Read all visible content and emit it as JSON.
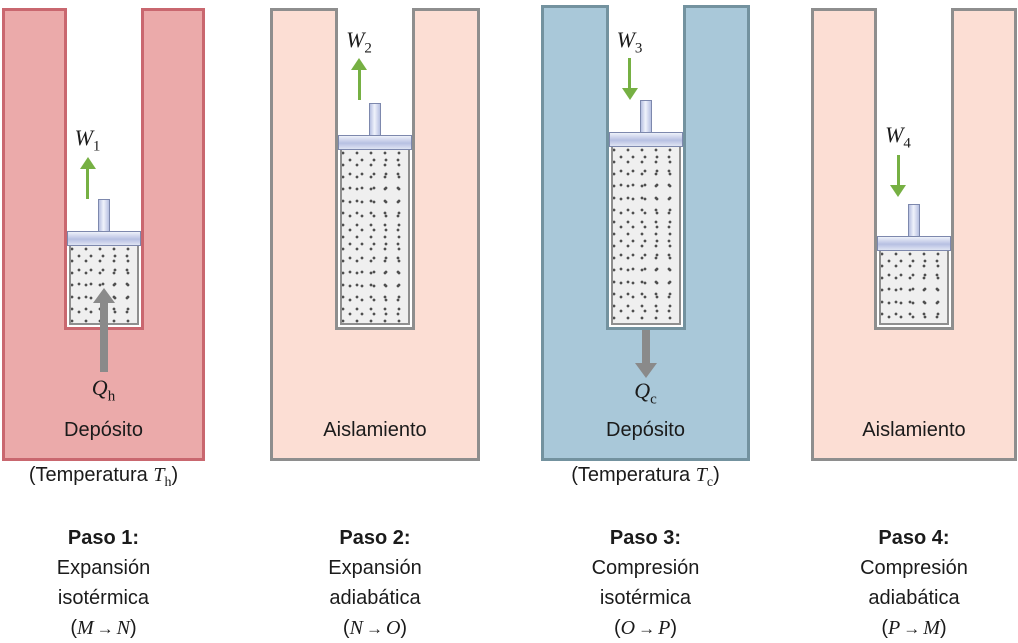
{
  "panels": [
    {
      "container_type": "hot-reservoir",
      "container_label": "Depósito",
      "work": {
        "symbol": "W",
        "sub": "1",
        "direction": "up"
      },
      "heat": {
        "symbol": "Q",
        "sub": "h",
        "direction": "in-up"
      },
      "temperature": {
        "prefix": "(Temperatura ",
        "symbol": "T",
        "sub": "h",
        "suffix": ")"
      },
      "caption": {
        "step": "Paso 1:",
        "line1": "Expansión",
        "line2": "isotérmica",
        "from": "M",
        "to": "N"
      }
    },
    {
      "container_type": "insulation",
      "container_label": "Aislamiento",
      "work": {
        "symbol": "W",
        "sub": "2",
        "direction": "up"
      },
      "caption": {
        "step": "Paso 2:",
        "line1": "Expansión",
        "line2": "adiabática",
        "from": "N",
        "to": "O"
      }
    },
    {
      "container_type": "cold-reservoir",
      "container_label": "Depósito",
      "work": {
        "symbol": "W",
        "sub": "3",
        "direction": "down"
      },
      "heat": {
        "symbol": "Q",
        "sub": "c",
        "direction": "out-down"
      },
      "temperature": {
        "prefix": "(Temperatura ",
        "symbol": "T",
        "sub": "c",
        "suffix": ")"
      },
      "caption": {
        "step": "Paso 3:",
        "line1": "Compresión",
        "line2": "isotérmica",
        "from": "O",
        "to": "P"
      }
    },
    {
      "container_type": "insulation",
      "container_label": "Aislamiento",
      "work": {
        "symbol": "W",
        "sub": "4",
        "direction": "down"
      },
      "caption": {
        "step": "Paso 4:",
        "line1": "Compresión",
        "line2": "adiabática",
        "from": "P",
        "to": "M"
      }
    }
  ],
  "symbols": {
    "transition_open": "(",
    "transition_close": ")",
    "arrow": "→"
  },
  "colors": {
    "hot_reservoir_fill": "#ebaaaa",
    "hot_reservoir_border": "#c9676f",
    "insulation_fill": "#fcded4",
    "insulation_border": "#8e8e8e",
    "cold_reservoir_fill": "#a9c8d9",
    "cold_reservoir_border": "#73929f",
    "work_arrow_green": "#76b043",
    "heat_arrow_gray": "#8a8a8a",
    "piston_blue": "#b7c0e2"
  }
}
